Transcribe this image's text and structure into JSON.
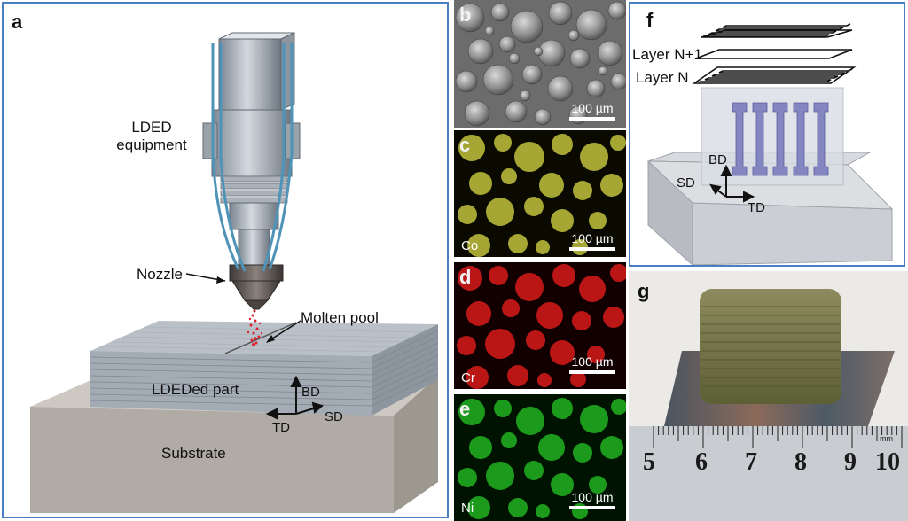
{
  "panel_a": {
    "label": "a",
    "equipment_line1": "LDED",
    "equipment_line2": "equipment",
    "nozzle": "Nozzle",
    "molten_pool": "Molten pool",
    "part": "LDEDed part",
    "substrate": "Substrate",
    "axes": {
      "bd": "BD",
      "sd": "SD",
      "td": "TD"
    }
  },
  "panel_b": {
    "label": "b",
    "scale": "100 µm"
  },
  "panel_c": {
    "label": "c",
    "scale": "100 µm",
    "element": "Co",
    "color": "#b4b43a"
  },
  "panel_d": {
    "label": "d",
    "scale": "100 µm",
    "element": "Cr",
    "color": "#c41818"
  },
  "panel_e": {
    "label": "e",
    "scale": "100 µm",
    "element": "Ni",
    "color": "#1da21d"
  },
  "panel_f": {
    "label": "f",
    "layer_top": "Layer N+1",
    "layer_bottom": "Layer N",
    "axes": {
      "bd": "BD",
      "sd": "SD",
      "td": "TD"
    }
  },
  "panel_g": {
    "label": "g",
    "ruler_unit": "mm",
    "ruler_numbers": [
      "5",
      "6",
      "7",
      "8",
      "9",
      "10"
    ]
  }
}
